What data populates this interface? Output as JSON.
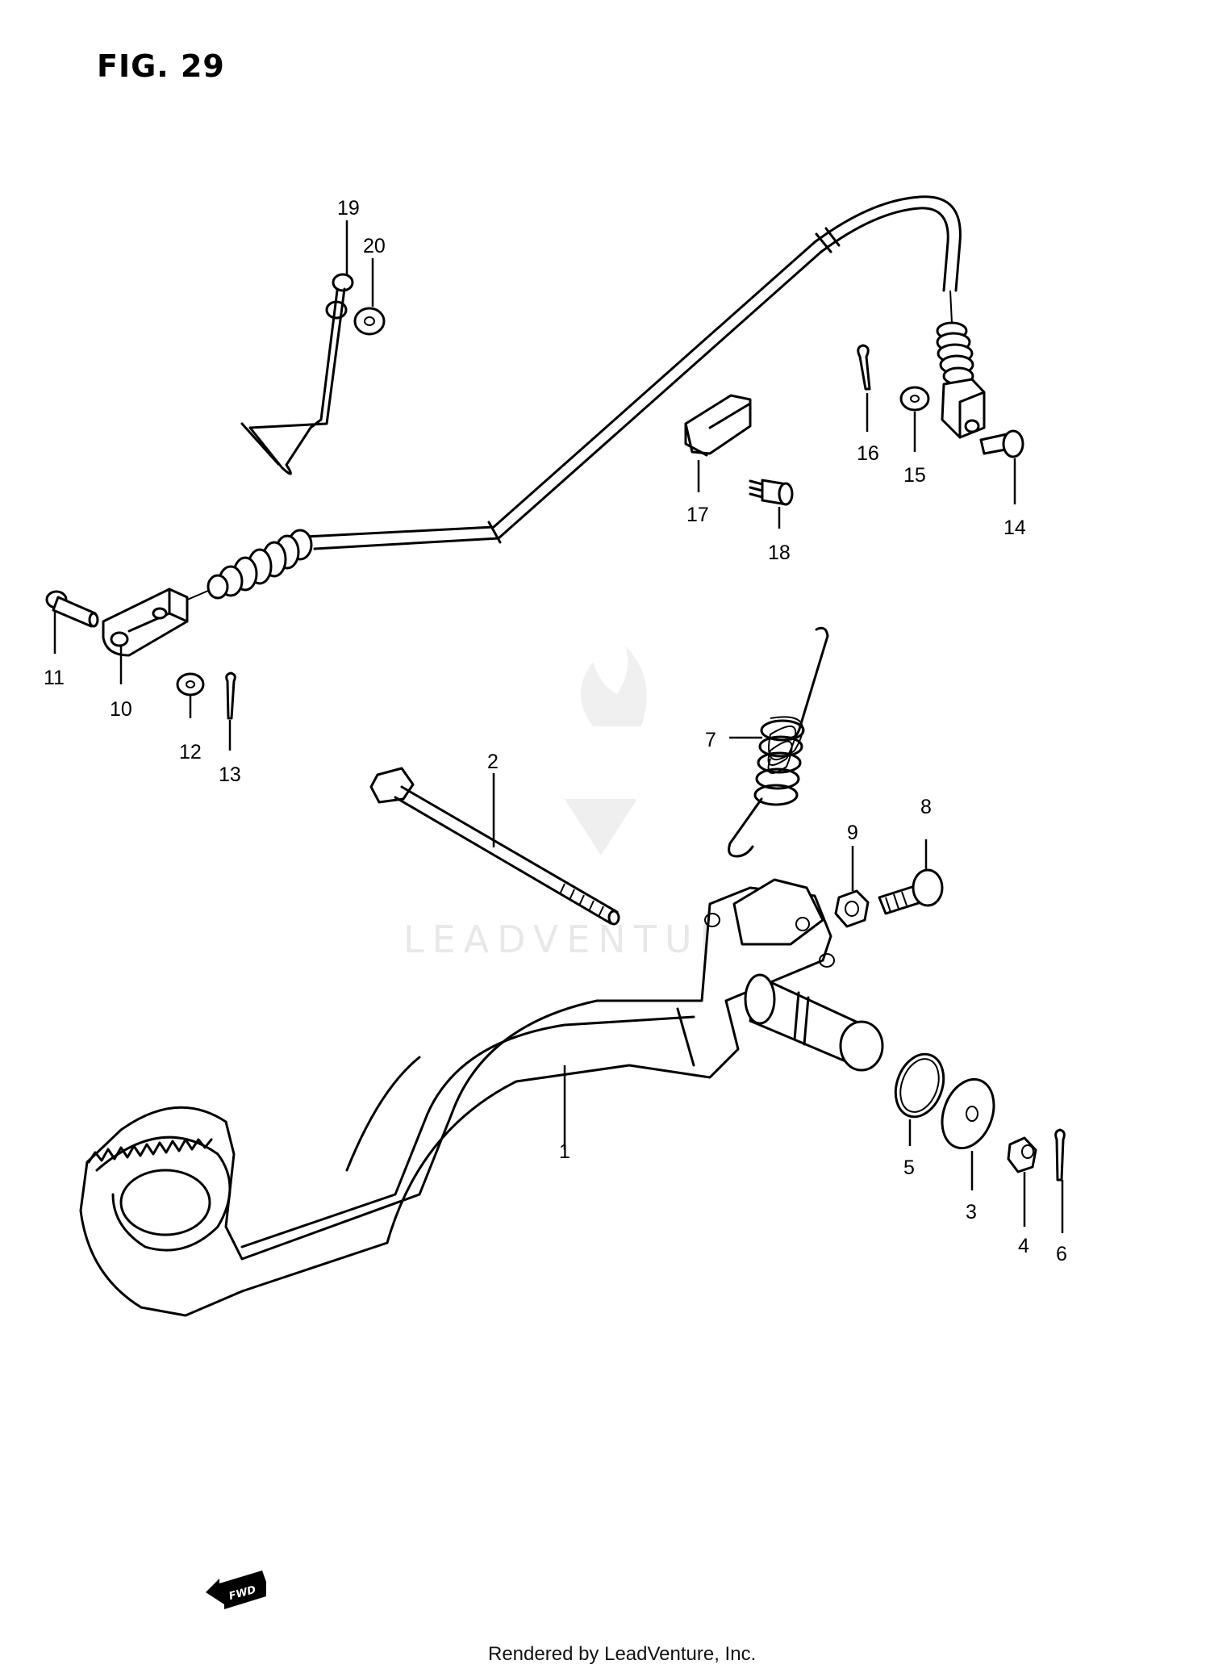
{
  "figure": {
    "title": "FIG. 29"
  },
  "callouts": [
    {
      "id": "1",
      "label": "1"
    },
    {
      "id": "2",
      "label": "2"
    },
    {
      "id": "3",
      "label": "3"
    },
    {
      "id": "4",
      "label": "4"
    },
    {
      "id": "5",
      "label": "5"
    },
    {
      "id": "6",
      "label": "6"
    },
    {
      "id": "7",
      "label": "7"
    },
    {
      "id": "8",
      "label": "8"
    },
    {
      "id": "9",
      "label": "9"
    },
    {
      "id": "10",
      "label": "10"
    },
    {
      "id": "11",
      "label": "11"
    },
    {
      "id": "12",
      "label": "12"
    },
    {
      "id": "13",
      "label": "13"
    },
    {
      "id": "14",
      "label": "14"
    },
    {
      "id": "15",
      "label": "15"
    },
    {
      "id": "16",
      "label": "16"
    },
    {
      "id": "17",
      "label": "17"
    },
    {
      "id": "18",
      "label": "18"
    },
    {
      "id": "19",
      "label": "19"
    },
    {
      "id": "20",
      "label": "20"
    }
  ],
  "direction_badge": {
    "text": "FWD"
  },
  "watermark": {
    "text": "LEADVENTURE"
  },
  "footer": {
    "text": "Rendered by LeadVenture, Inc."
  }
}
